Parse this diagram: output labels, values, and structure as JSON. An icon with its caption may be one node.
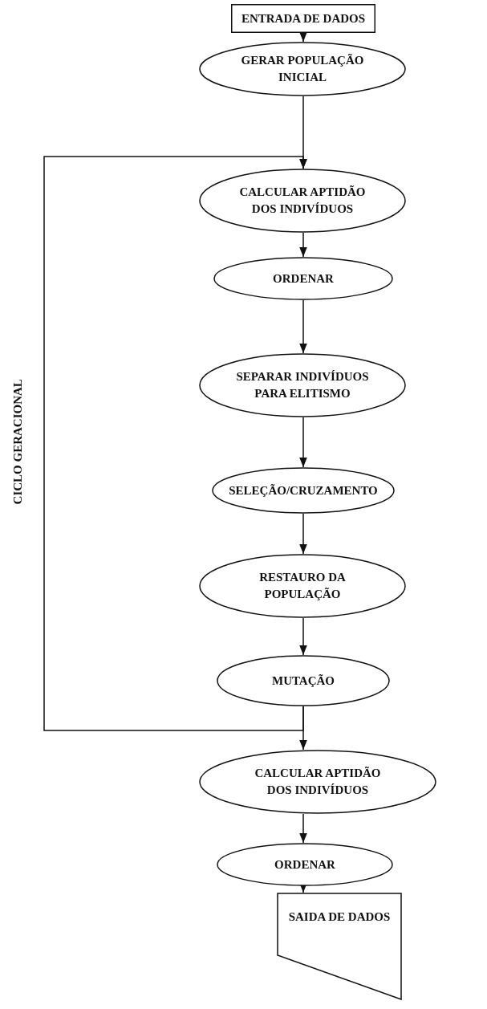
{
  "diagram": {
    "nodes": [
      {
        "text": [
          "ENTRADA DE DADOS"
        ]
      },
      {
        "text": [
          "GERAR POPULAÇÃO INICIAL"
        ]
      },
      {
        "text": [
          "CALCULAR APTIDÃO DOS INDIVÍDUOS"
        ]
      },
      {
        "text": [
          "ORDENAR"
        ]
      },
      {
        "text": [
          "SEPARAR INDIVÍDUOS PARA ELITISMO"
        ]
      },
      {
        "text": [
          "SELEÇÃO/CRUZAMENTO"
        ]
      },
      {
        "text": [
          "RESTAURO DA POPULAÇÃO"
        ]
      },
      {
        "text": [
          "MUTAÇÃO"
        ]
      },
      {
        "text": [
          "CALCULAR APTIDÃO DOS INDIVÍDUOS"
        ]
      },
      {
        "text": [
          "ORDENAR"
        ]
      },
      {
        "text": [
          "SAIDA DE DADOS"
        ]
      }
    ],
    "edges": [
      {
        "from": 0,
        "to": 1,
        "arrow": "to"
      },
      {
        "from": 1,
        "to": 2,
        "arrow": "to"
      },
      {
        "from": 2,
        "to": 3,
        "arrow": "to"
      },
      {
        "from": 3,
        "to": 4,
        "arrow": "to"
      },
      {
        "from": 4,
        "to": 5,
        "arrow": "to"
      },
      {
        "from": 5,
        "to": 6,
        "arrow": "to"
      },
      {
        "from": 6,
        "to": 7,
        "arrow": "to"
      },
      {
        "from": 7,
        "to": 8,
        "arrow": "to"
      },
      {
        "from": 7,
        "to": 2,
        "arrow": "to"
      },
      {
        "from": 8,
        "to": 9,
        "arrow": "to"
      },
      {
        "from": 9,
        "to": 10,
        "arrow": "to"
      }
    ],
    "labels": [
      "CICLO GERACIONAL"
    ]
  }
}
